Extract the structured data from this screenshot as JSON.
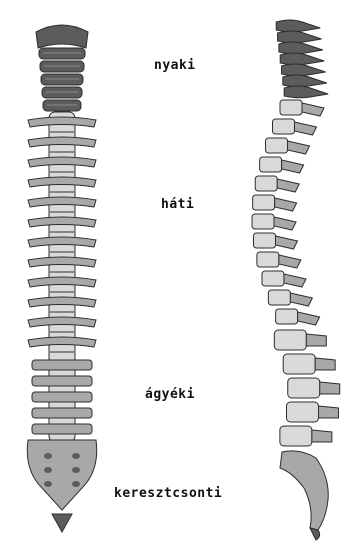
{
  "labels": [
    "nyaki",
    "háti",
    "ágyéki",
    "keresztcsonti"
  ],
  "colors": {
    "bone_light": "#d9d9d9",
    "bone_mid": "#a8a8a8",
    "bone_dark": "#5c5c5c",
    "bone_outline": "#2e2e2e",
    "background": "#ffffff"
  }
}
